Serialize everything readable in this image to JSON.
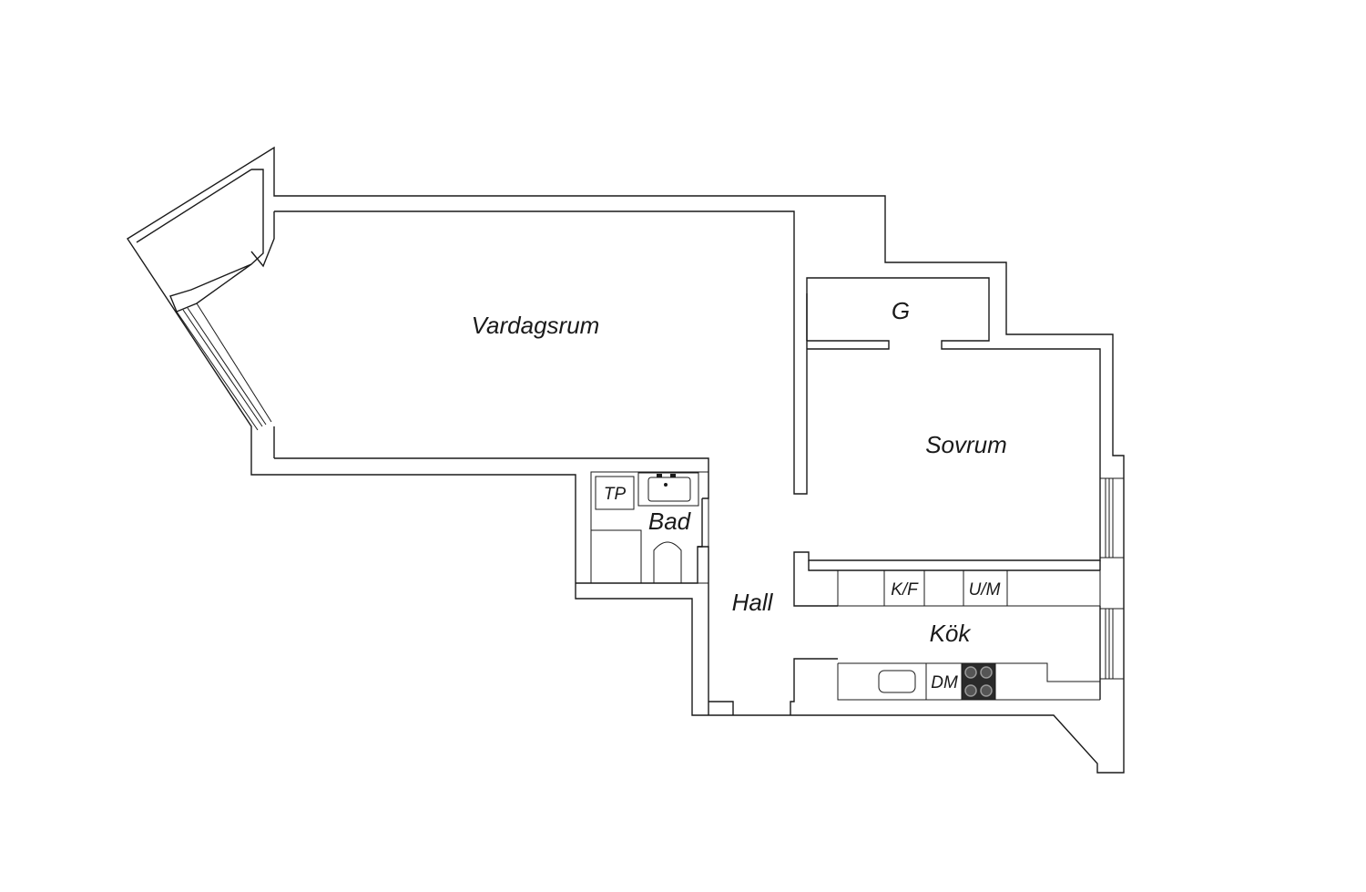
{
  "rooms": {
    "vardagsrum": "Vardagsrum",
    "g": "G",
    "sovrum": "Sovrum",
    "bad": "Bad",
    "hall": "Hall",
    "kok": "Kök"
  },
  "fixtures": {
    "tp": "TP",
    "kf": "K/F",
    "um": "U/M",
    "dm": "DM"
  },
  "colors": {
    "wall": "#1a1a1a",
    "background": "#ffffff"
  }
}
